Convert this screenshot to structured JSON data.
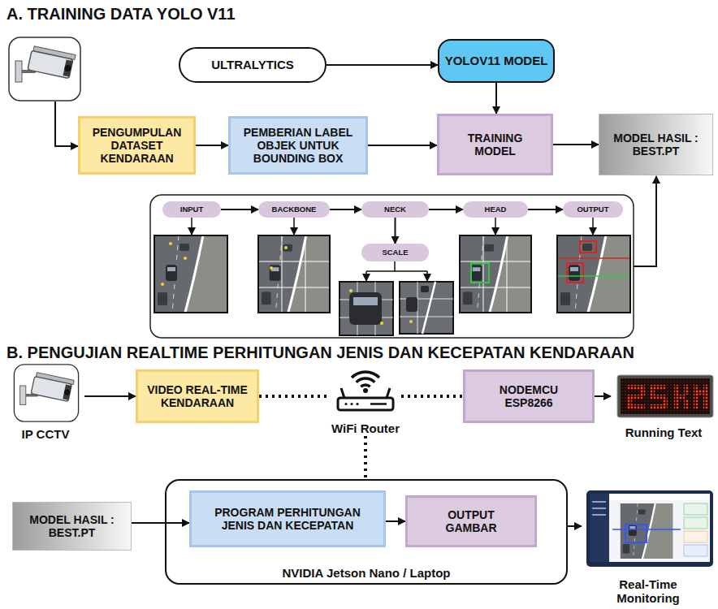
{
  "diagram": {
    "nodes": [
      {
        "text": [
          "ULTRALYTICS"
        ]
      },
      {
        "text": [
          "YOLOV11 MODEL"
        ]
      },
      {
        "text": [
          "PENGUMPULAN DATASET KENDARAAN"
        ]
      },
      {
        "text": [
          "PEMBERIAN LABEL OBJEK UNTUK BOUNDING BOX"
        ]
      },
      {
        "text": [
          "TRAINING MODEL"
        ]
      },
      {
        "text": [
          "MODEL HASIL : BEST.PT"
        ]
      },
      {
        "text": [
          "INPUT"
        ]
      },
      {
        "text": [
          "BACKBONE"
        ]
      },
      {
        "text": [
          "NECK"
        ]
      },
      {
        "text": [
          "SCALE"
        ]
      },
      {
        "text": [
          "HEAD"
        ]
      },
      {
        "text": [
          "OUTPUT"
        ]
      },
      {
        "text": [
          "IP CCTV"
        ]
      },
      {
        "text": [
          "VIDEO REAL-TIME KENDARAAN"
        ]
      },
      {
        "text": [
          "WiFi Router"
        ]
      },
      {
        "text": [
          "NODEMCU ESP8266"
        ]
      },
      {
        "text": [
          "Running Text"
        ]
      },
      {
        "text": [
          "MODEL HASIL : BEST.PT"
        ]
      },
      {
        "text": [
          "NVIDIA Jetson Nano / Laptop"
        ]
      },
      {
        "text": [
          "PROGRAM PERHITUNGAN JENIS DAN KECEPATAN"
        ],
        "in": 18
      },
      {
        "text": [
          "OUTPUT GAMBAR"
        ],
        "in": 18
      },
      {
        "text": [
          "Real-Time Monitoring"
        ]
      }
    ],
    "edges": [
      {
        "from": 0,
        "to": 1,
        "arrow": "to"
      },
      {
        "from": 1,
        "to": 4,
        "arrow": "to"
      },
      {
        "from": 2,
        "to": 3,
        "arrow": "to"
      },
      {
        "from": 3,
        "to": 4,
        "arrow": "to"
      },
      {
        "from": 4,
        "to": 5,
        "arrow": "to"
      },
      {
        "from": 6,
        "to": 7,
        "arrow": "to"
      },
      {
        "from": 7,
        "to": 8,
        "arrow": "to"
      },
      {
        "from": 8,
        "to": 10,
        "arrow": "to"
      },
      {
        "from": 10,
        "to": 11,
        "arrow": "to"
      },
      {
        "from": 8,
        "to": 9,
        "arrow": "to"
      },
      {
        "from": 12,
        "to": 13,
        "arrow": "to"
      },
      {
        "from": 13,
        "to": 14,
        "arrow": "none"
      },
      {
        "from": 14,
        "to": 15,
        "arrow": "none"
      },
      {
        "from": 15,
        "to": 16,
        "arrow": "to"
      },
      {
        "from": 14,
        "to": 18,
        "arrow": "none"
      },
      {
        "from": 17,
        "to": 19,
        "arrow": "to"
      },
      {
        "from": 19,
        "to": 20,
        "arrow": "to"
      },
      {
        "from": 18,
        "to": 21,
        "arrow": "to"
      }
    ],
    "labels": [
      "A. TRAINING DATA YOLO V11",
      "B. PENGUJIAN REALTIME PERHITUNGAN JENIS DAN KECEPATAN KENDARAAN"
    ]
  }
}
